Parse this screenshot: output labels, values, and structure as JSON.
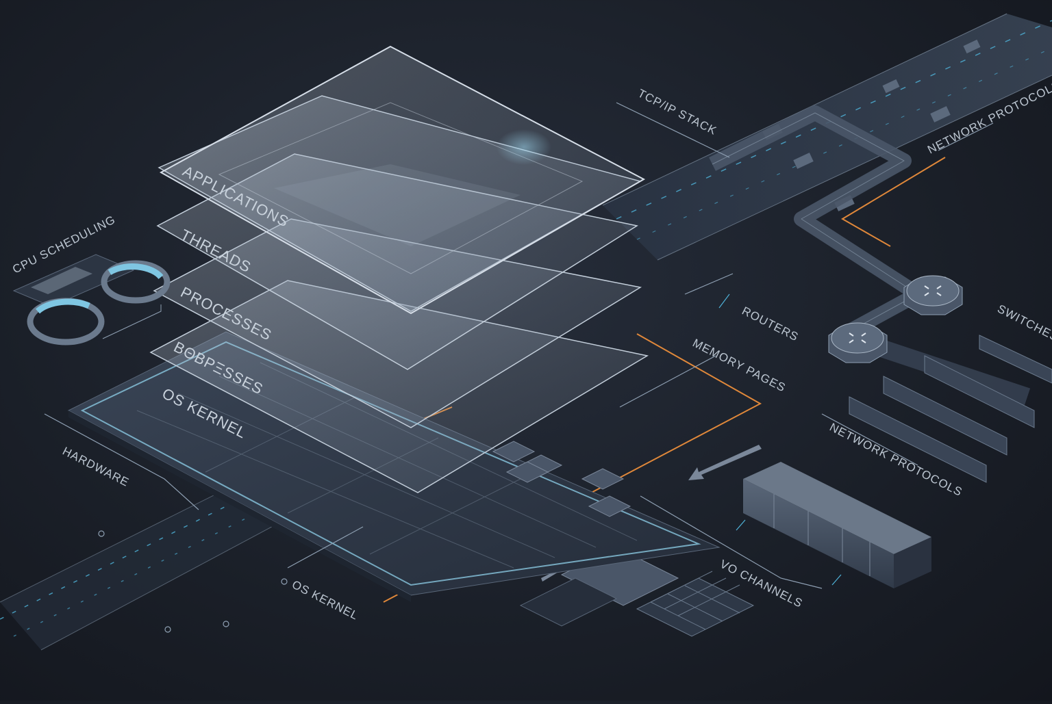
{
  "layer_labels": {
    "applications": "APPLICATIONS",
    "threads": "THREADS",
    "processes": "PROCESSES",
    "processes_garbled": "ΒΘΒΡΞSSES",
    "os_kernel": "OS KERNEL"
  },
  "annotations": {
    "cpu_scheduling": "CPU SCHEDULING",
    "hardware": "HARDWARE",
    "os_kernel": "OS KERNEL",
    "tcp_ip_stack": "TCP/IP STACK",
    "network_protocols_top": "NETWORK PROTOCOLS",
    "routers": "ROUTERS",
    "switches": "SWITCHES",
    "memory_pages": "MEMORY PAGES",
    "network_protocols_bottom": "NETWORK PROTOCOLS",
    "io_channels": "VO CHANNELS"
  },
  "colors": {
    "background": "#1b2029",
    "glass": "#a9b6c6",
    "accent_blue": "#4fb3d9",
    "accent_orange": "#e0883a",
    "chip": "#2e3847",
    "line": "#8fa0b3"
  }
}
